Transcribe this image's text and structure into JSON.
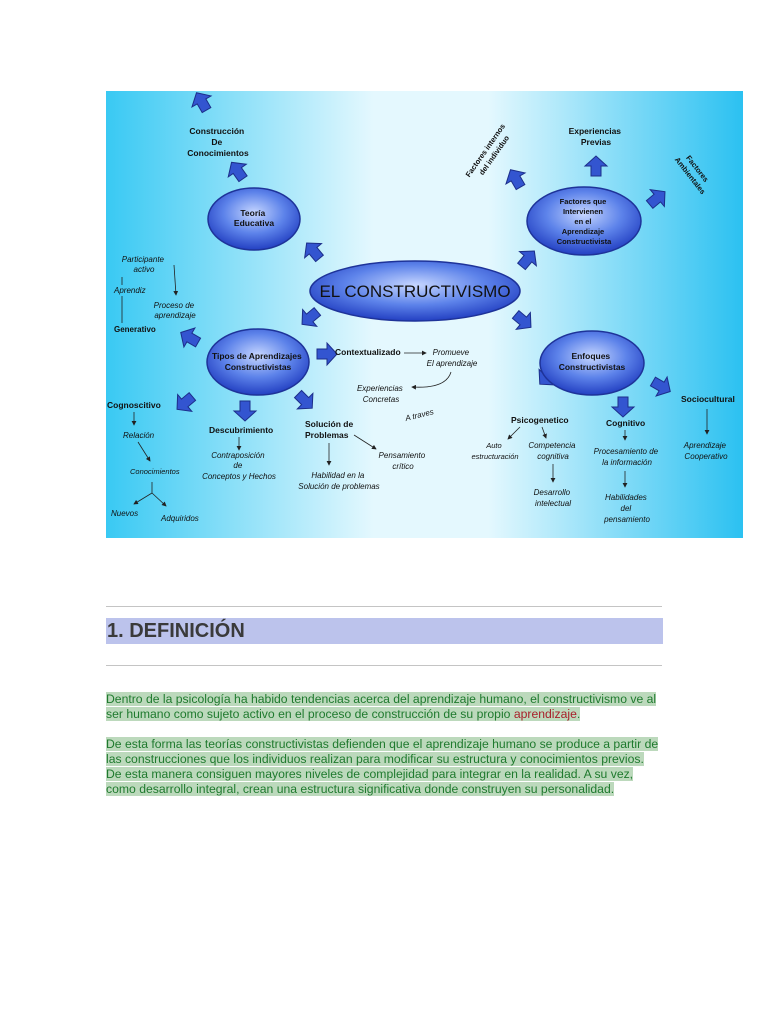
{
  "diagram": {
    "center": "EL CONSTRUCTIVISMO",
    "teoria": {
      "title_lines": [
        "Teoría",
        "Educativa"
      ],
      "construccion_lines": [
        "Construcción",
        "De",
        "Conocimientos"
      ]
    },
    "factores": {
      "title_lines": [
        "Factores que",
        "Intervienen",
        "en el",
        "Aprendizaje",
        "Constructivista"
      ],
      "internos_lines": [
        "Factores internos",
        "del individuo"
      ],
      "previas_lines": [
        "Experiencias",
        "Previas"
      ],
      "ambientales_lines": [
        "Factores",
        "Ambientales"
      ]
    },
    "tipos": {
      "title_lines": [
        "Tipos de Aprendizajes",
        "Constructivistas"
      ],
      "generativo": "Generativo",
      "participante_lines": [
        "Participante",
        "activo"
      ],
      "aprendiz": "Aprendiz",
      "proceso_lines": [
        "Proceso de",
        "aprendizaje"
      ],
      "cognoscitivo": "Cognoscitivo",
      "relacion": "Relación",
      "conocimientos": "Conocimientos",
      "nuevos": "Nuevos",
      "adquiridos": "Adquiridos",
      "descubrimiento": "Descubrimiento",
      "contraposicion_lines": [
        "Contraposición",
        "de",
        "Conceptos y Hechos"
      ],
      "solucion_lines": [
        "Solución de",
        "Problemas"
      ],
      "habilidad_lines": [
        "Habilidad en la",
        "Solución de problemas"
      ],
      "pensamiento_lines": [
        "Pensamiento",
        "crítico"
      ],
      "contextualizado": "Contextualizado",
      "promueve_lines": [
        "Promueve",
        "El aprendizaje"
      ],
      "experiencias_lines": [
        "Experiencias",
        "Concretas"
      ],
      "atraves": "A traves"
    },
    "enfoques": {
      "title_lines": [
        "Enfoques",
        "Constructivistas"
      ],
      "psicogenetico": "Psicogenetico",
      "auto_lines": [
        "Auto",
        "estructuración"
      ],
      "competencia_lines": [
        "Competencia",
        "cognitiva"
      ],
      "desarrollo_lines": [
        "Desarrollo",
        "intelectual"
      ],
      "cognitivo": "Cognitivo",
      "procesamiento_lines": [
        "Procesamiento de",
        "la información"
      ],
      "habilidades_lines": [
        "Habilidades",
        "del",
        "pensamiento"
      ],
      "sociocultural": "Sociocultural",
      "cooperativo_lines": [
        "Aprendizaje",
        "Cooperativo"
      ]
    }
  },
  "section": {
    "heading": "1. DEFINICIÓN",
    "para1_before": "Dentro de la psicología ha habido tendencias acerca del aprendizaje humano, el constructivismo ve al ser humano como sujeto activo en el proceso de construcción de su propio ",
    "para1_link": "aprendizaje",
    "para1_after": ".",
    "para2": "De esta forma las teorías constructivistas defienden que el aprendizaje humano se produce a partir de las construcciones que los individuos realizan para modificar su estructura y conocimientos previos. De esta manera consiguen mayores niveles de complejidad para integrar en la realidad. A su vez, como desarrollo integral, crean una estructura significativa donde construyen su personalidad."
  },
  "colors": {
    "heading_bg": "#bcc3ec",
    "highlight_bg": "#bcd9bc",
    "highlight_text": "#1f7a2e",
    "link": "#a8202a",
    "node_blue": "#2f57d8",
    "arrow_blue": "#3355d0"
  }
}
